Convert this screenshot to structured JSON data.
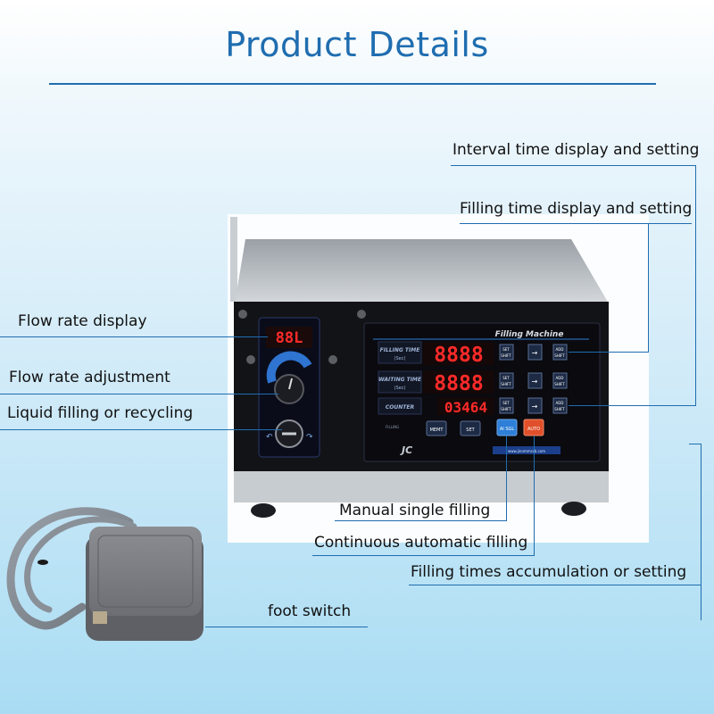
{
  "header": {
    "title": "Product Details"
  },
  "machine": {
    "brand_label": "Filling Machine",
    "flow_display": "88L",
    "rows": [
      {
        "label": "FILLING TIME",
        "unit": "(Sec)",
        "value": "8888",
        "btn1": "SET",
        "btn1b": "SHIFT",
        "btn3": "ADD",
        "btn3b": "SHIFT"
      },
      {
        "label": "WAITING TIME",
        "unit": "(Sec)",
        "value": "8888",
        "btn1": "SET",
        "btn1b": "SHIFT",
        "btn3": "ADD",
        "btn3b": "SHIFT"
      },
      {
        "label": "COUNTER",
        "unit": "",
        "value": "03464",
        "btn1": "SET",
        "btn1b": "SHIFT",
        "btn3": "ADD",
        "btn3b": "SHIFT"
      }
    ],
    "buttons": {
      "filling": "FILLING",
      "memt": "MEMT",
      "set": "SET",
      "manual": "AI SGL",
      "auto": "AUTO"
    },
    "logo": "JC",
    "url": "www.jinnmmcrb.com",
    "colors": {
      "led": "#ff2a2a",
      "panel": "#0a0a0f",
      "auto_button": "#e0502a",
      "manual_button": "#2d7fd8",
      "accent": "#1f6db0"
    }
  },
  "annotations": {
    "interval": "Interval time display and setting",
    "filling_time": "Filling time display and setting",
    "flow_rate_display": "Flow rate display",
    "flow_rate_adjustment": "Flow rate adjustment",
    "liquid_filling": "Liquid filling or recycling",
    "manual_single": "Manual single filling",
    "continuous_auto": "Continuous automatic filling",
    "filling_times": "Filling times accumulation or setting",
    "foot_switch": "foot switch"
  }
}
